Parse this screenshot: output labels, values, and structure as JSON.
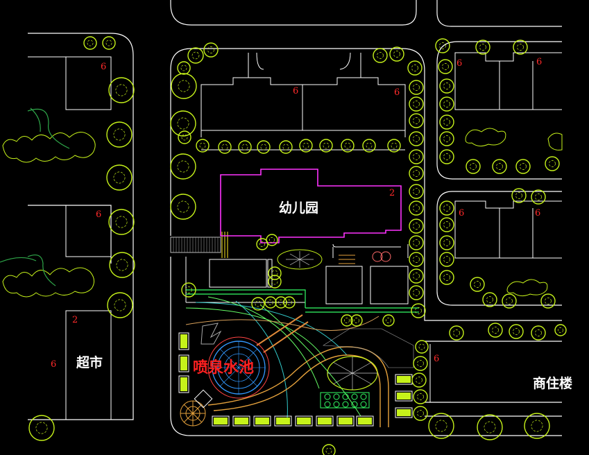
{
  "labels": {
    "kindergarten": "幼儿园",
    "supermarket": "超市",
    "fountain": "喷泉水池",
    "residential_commercial": "商住楼"
  },
  "floor_counts": [
    "6",
    "6",
    "6",
    "6",
    "6",
    "6",
    "2",
    "6",
    "6",
    "2",
    "6",
    "6"
  ],
  "colors": {
    "background": "#000000",
    "road": "#ffffff",
    "tree": "#c6f21a",
    "kindergarten_outline": "#ff33ff",
    "floor_number": "#ff2a2a",
    "hedge": "#33ff66",
    "paving": "#c8823a"
  }
}
